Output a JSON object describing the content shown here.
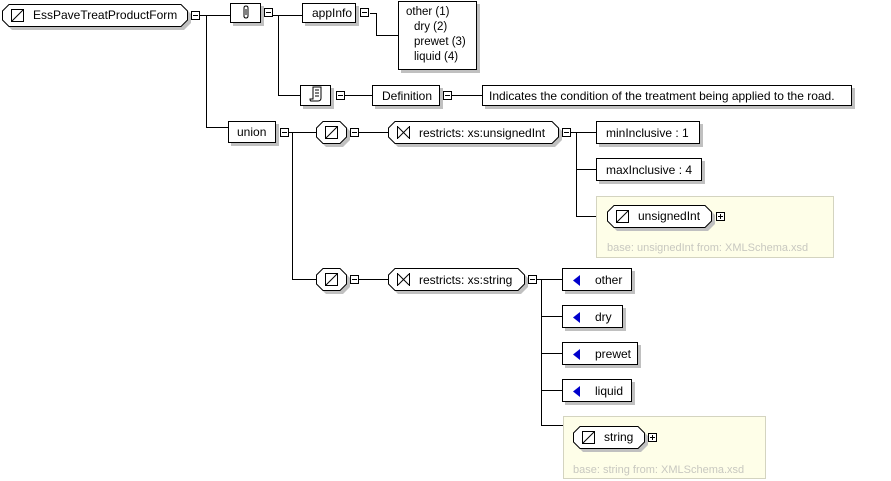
{
  "root": {
    "name": "EssPaveTreatProductForm",
    "icon": "simple-type-icon"
  },
  "annotation": {
    "icon": "paperclip-icon",
    "appinfo_label": "appInfo",
    "appinfo_lines": [
      "other (1)",
      "dry (2)",
      "prewet (3)",
      "liquid (4)"
    ],
    "documentation_icon": "scroll-icon",
    "definition_label": "Definition",
    "definition_text": "Indicates the condition of the treatment being applied to the road."
  },
  "union": {
    "label": "union",
    "member1": {
      "icon": "simple-type-icon",
      "restriction": "restricts: xs:unsignedInt",
      "facets": [
        "minInclusive : 1",
        "maxInclusive : 4"
      ],
      "base_type": "unsignedInt",
      "base_note": "base: unsignedInt from: XMLSchema.xsd"
    },
    "member2": {
      "icon": "simple-type-icon",
      "restriction": "restricts: xs:string",
      "enumerations": [
        "other",
        "dry",
        "prewet",
        "liquid"
      ],
      "base_type": "string",
      "base_note": "base: string from: XMLSchema.xsd"
    }
  },
  "colors": {
    "enum_marker": "#0000cc",
    "type_area_bg": "#fefee8",
    "shadow": "#c0c0c0"
  }
}
